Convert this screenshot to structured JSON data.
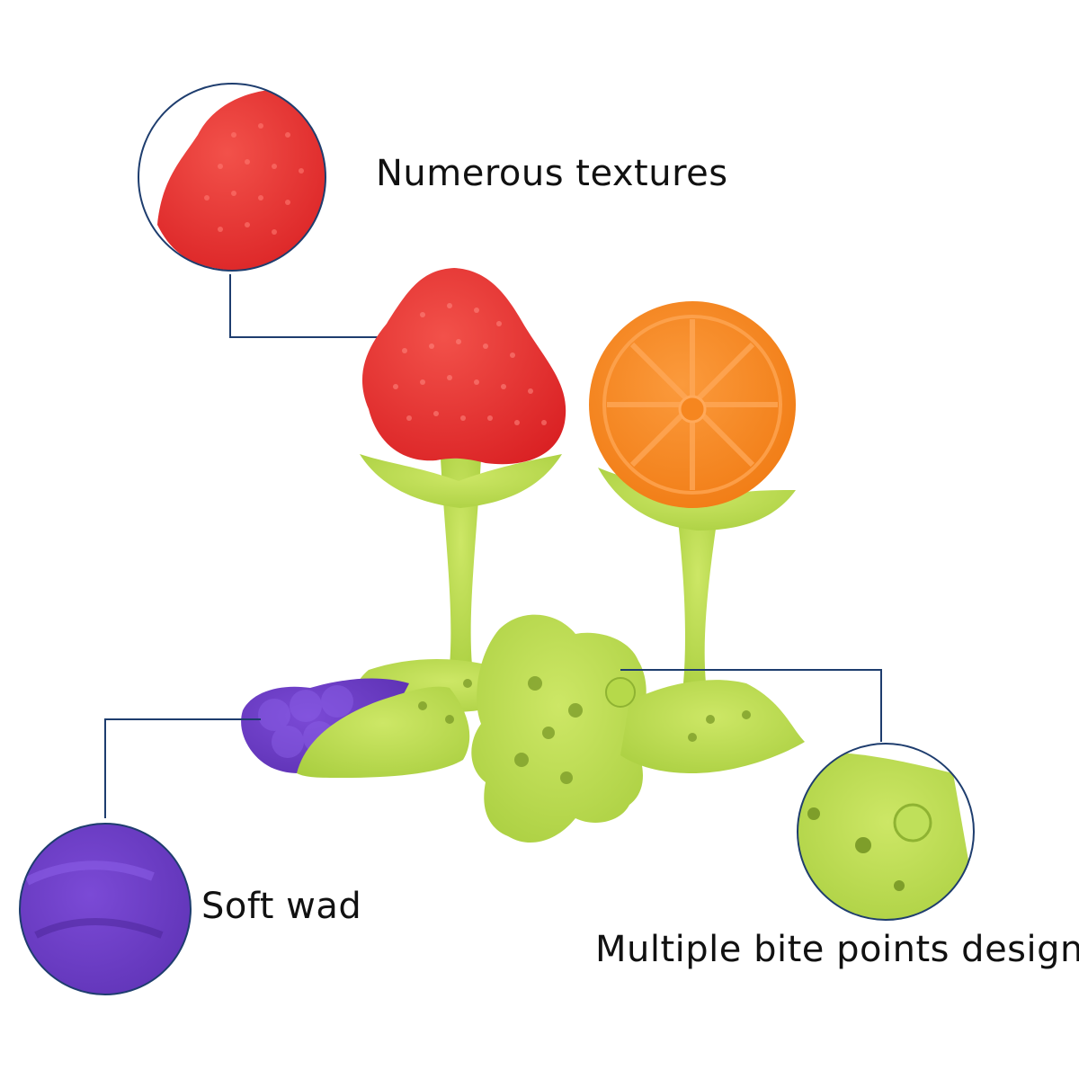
{
  "callouts": {
    "textures": "Numerous textures",
    "soft": "Soft wad",
    "bite": "Multiple bite points design"
  },
  "colors": {
    "strawberry": "#e8302b",
    "orange": "#f6861f",
    "grape": "#6a3dc4",
    "green": "#b6d94a",
    "callout_line": "#1e3d6e"
  },
  "icons": [
    "strawberry-teether",
    "orange-teether",
    "grape-teether",
    "flower-teether-base"
  ]
}
